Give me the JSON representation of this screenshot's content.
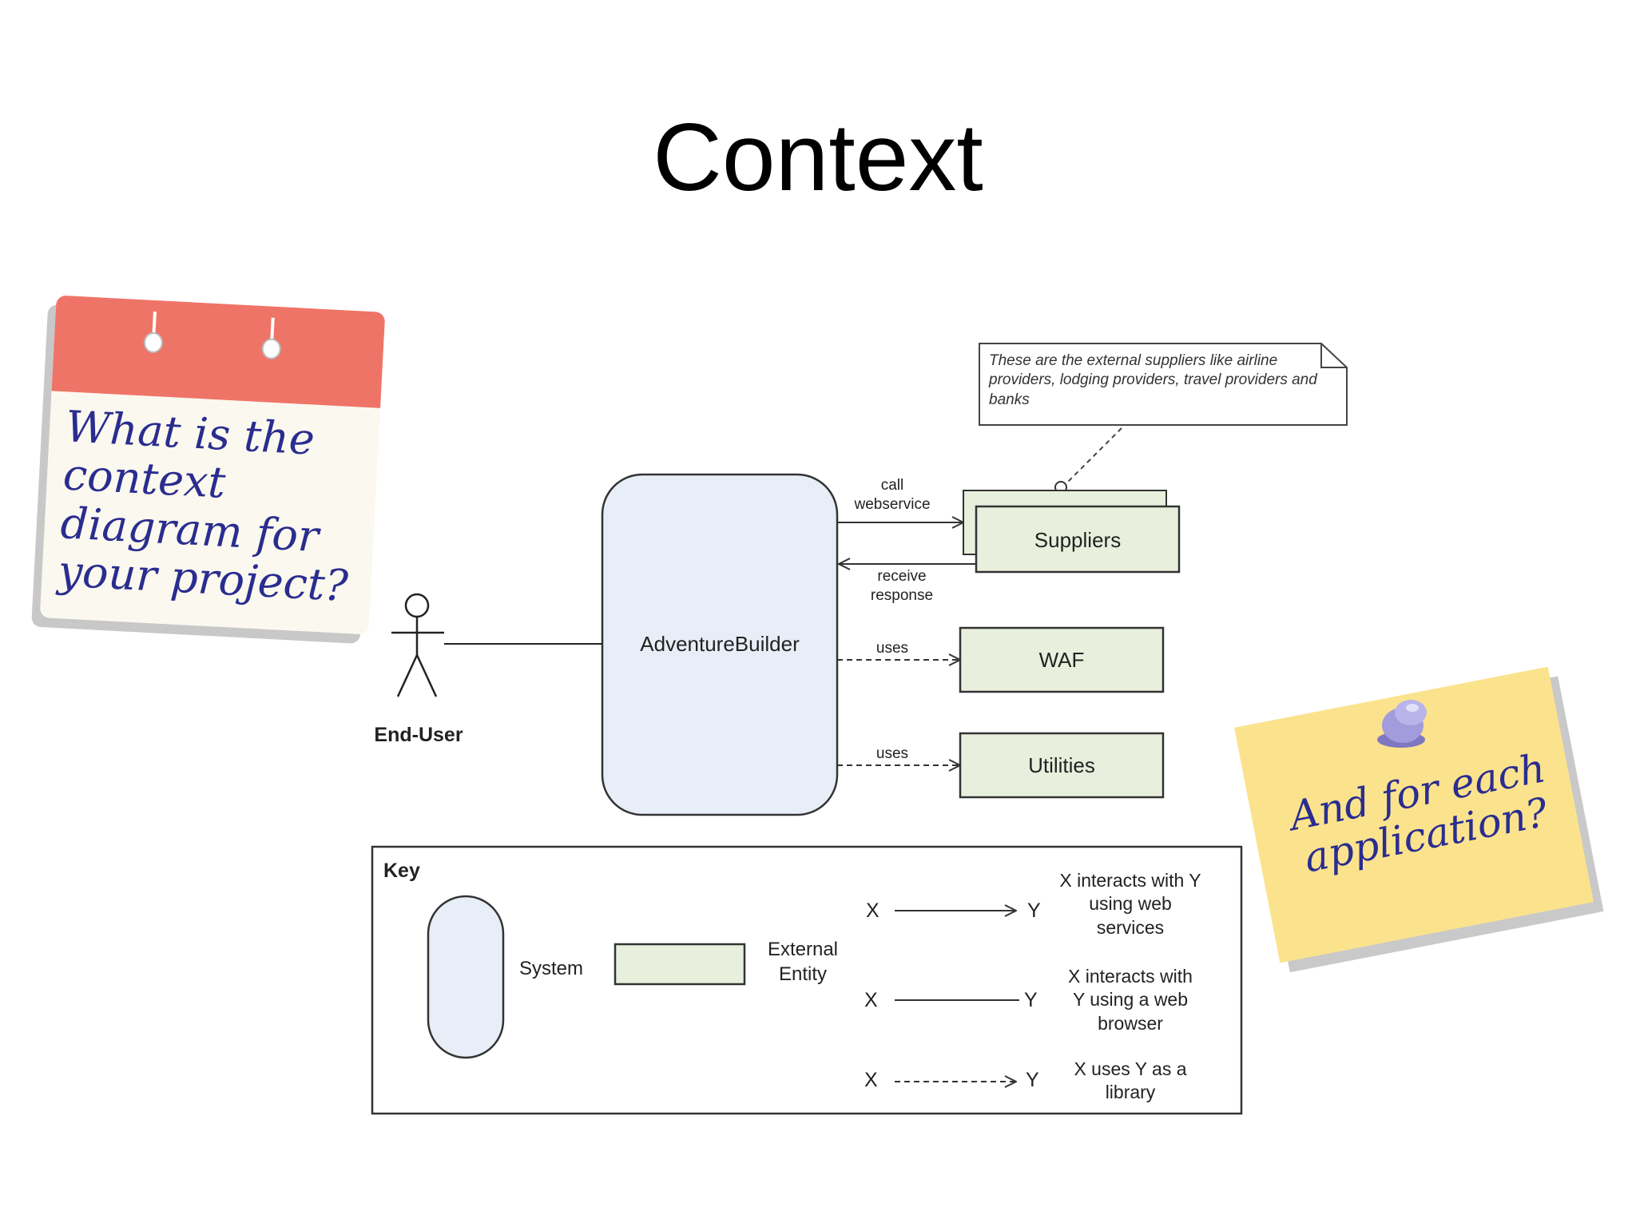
{
  "slide": {
    "title": "Context"
  },
  "calendar_note": {
    "text": "What is the context diagram for your project?",
    "colors": {
      "header": "#ef7468",
      "paper": "#fbf8ef",
      "ink": "#2a2d8f"
    }
  },
  "sticky_note": {
    "text": "And for each application?",
    "colors": {
      "paper": "#fbe38e",
      "pin": "#9d97d6"
    }
  },
  "diagram": {
    "system": {
      "label": "AdventureBuilder",
      "color": "#e8eef8"
    },
    "actor": {
      "label": "End-User"
    },
    "entities": [
      {
        "id": "suppliers",
        "label": "Suppliers"
      },
      {
        "id": "waf",
        "label": "WAF"
      },
      {
        "id": "utilities",
        "label": "Utilities"
      }
    ],
    "entity_color": "#e8efdc",
    "connectors": {
      "call_webservice": "call\nwebservice",
      "receive_response": "receive\nresponse",
      "uses_waf": "uses",
      "uses_utilities": "uses"
    },
    "annotation": "These are the external suppliers like airline providers, lodging providers, travel providers and banks"
  },
  "key": {
    "title": "Key",
    "system_label": "System",
    "external_entity_label": "External\nEntity",
    "x": "X",
    "y": "Y",
    "rows": [
      {
        "description": "X interacts with Y\nusing web\nservices"
      },
      {
        "description": "X interacts with\nY using a web\nbrowser"
      },
      {
        "description": "X uses Y as a\nlibrary"
      }
    ]
  }
}
